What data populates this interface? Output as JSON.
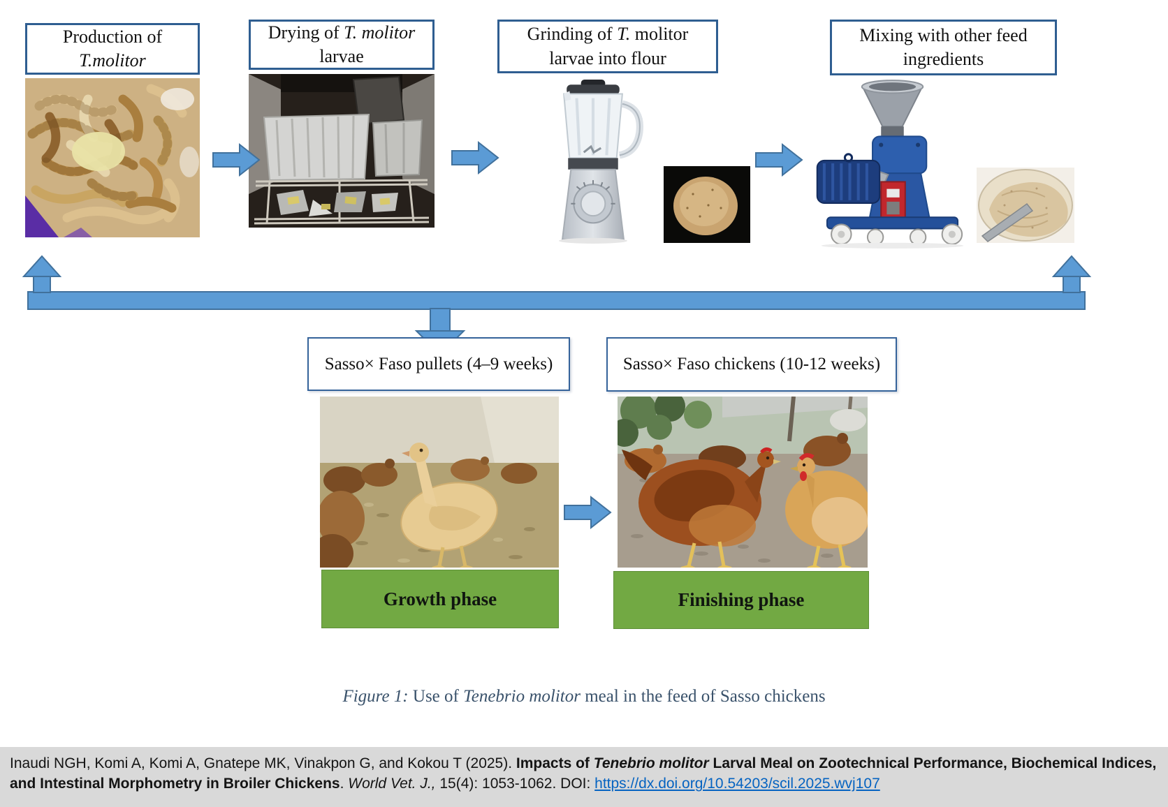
{
  "figure": {
    "steps": [
      {
        "label_line1": "Production of",
        "label_line2_italic": "T.molitor"
      },
      {
        "label_line1_prefix": "Drying of ",
        "label_line1_italic": "T. molitor",
        "label_line2": "larvae"
      },
      {
        "label_line1_prefix": "Grinding of ",
        "label_line1_italic": "T.",
        "label_line1_suffix": " molitor",
        "label_line2": "larvae into flour"
      },
      {
        "label_line1": "Mixing with other feed",
        "label_line2": "ingredients"
      }
    ],
    "growth_group": {
      "box_label": "Sasso× Faso pullets (4–9 weeks)",
      "phase_label": "Growth phase"
    },
    "finishing_group": {
      "box_label": "Sasso× Faso chickens (10-12 weeks)",
      "phase_label": "Finishing phase"
    },
    "caption": {
      "figure_number_italic": "Figure 1:",
      "text_before_species": " Use of ",
      "species_italic": "Tenebrio molitor",
      "text_after_species": " meal in the feed of Sasso chickens"
    }
  },
  "citation": {
    "authors": "Inaudi NGH, Komi A, Komi A, Gnatepe MK, Vinakpon G, and Kokou T (2025). ",
    "title_part1_bold": "Impacts of ",
    "title_species_bold_italic": "Tenebrio molitor",
    "title_part2_bold": " Larval Meal on Zootechnical Performance, Biochemical Indices, and Intestinal Morphometry in Broiler Chickens",
    "separator": ". ",
    "journal_italic": "World Vet. J., ",
    "issue_pages": "15(4): 1053-1062. DOI: ",
    "doi_text": "https://dx.doi.org/10.54203/scil.2025.wvj107"
  },
  "colors": {
    "arrow_fill": "#5b9bd5",
    "arrow_stroke": "#41719c",
    "step_box_border": "#2f5e91",
    "phase_green": "#72a943",
    "caption_text": "#3a526b",
    "citation_bar_gray": "#d9d9d9",
    "link_blue": "#0563c1"
  }
}
